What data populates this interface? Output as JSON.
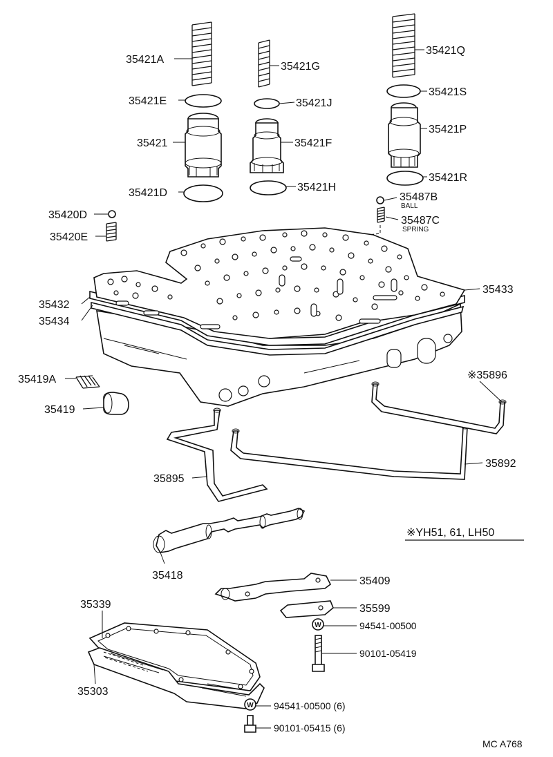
{
  "diagram": {
    "part_labels": {
      "p35421A": "35421A",
      "p35421G": "35421G",
      "p35421Q": "35421Q",
      "p35421E": "35421E",
      "p35421J": "35421J",
      "p35421S": "35421S",
      "p35421": "35421",
      "p35421F": "35421F",
      "p35421P": "35421P",
      "p35421D": "35421D",
      "p35421H": "35421H",
      "p35421R": "35421R",
      "p35487B": "35487B",
      "p35487C": "35487C",
      "p35420D": "35420D",
      "p35420E": "35420E",
      "p35433": "35433",
      "p35432": "35432",
      "p35434": "35434",
      "p35419A": "35419A",
      "p35419": "35419",
      "p35896": "※35896",
      "p35892": "35892",
      "p35895": "35895",
      "p35418": "35418",
      "p35409": "35409",
      "p35599": "35599",
      "p35339": "35339",
      "p35303": "35303",
      "p94541a": "94541-00500",
      "p90101a": "90101-05419",
      "p94541b": "94541-00500 (6)",
      "p90101b": "90101-05415 (6)"
    },
    "sub_labels": {
      "ball": "BALL",
      "spring": "SPRING"
    },
    "note": "※YH51, 61, LH50",
    "code": "MC  A768"
  }
}
